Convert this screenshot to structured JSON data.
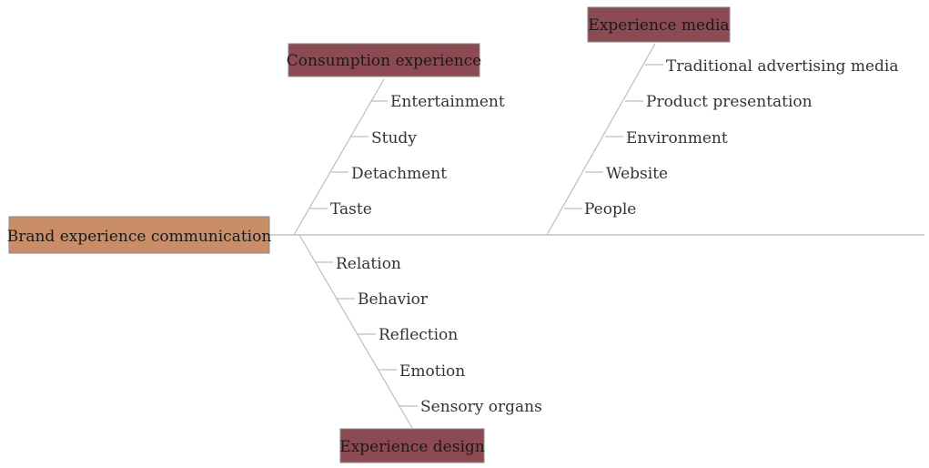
{
  "diagram": {
    "head": "Brand experience communication",
    "categories": {
      "consumption": {
        "label": "Consumption experience",
        "items": [
          "Entertainment",
          "Study",
          "Detachment",
          "Taste"
        ]
      },
      "media": {
        "label": "Experience media",
        "items": [
          "Traditional advertising media",
          "Product presentation",
          "Environment",
          "Website",
          "People"
        ]
      },
      "design": {
        "label": "Experience design",
        "items": [
          "Relation",
          "Behavior",
          "Reflection",
          "Emotion",
          "Sensory organs"
        ]
      }
    },
    "colors": {
      "head_box": "#c98e67",
      "category_box": "#8c4a52",
      "lines": "#bdbdbd"
    }
  }
}
